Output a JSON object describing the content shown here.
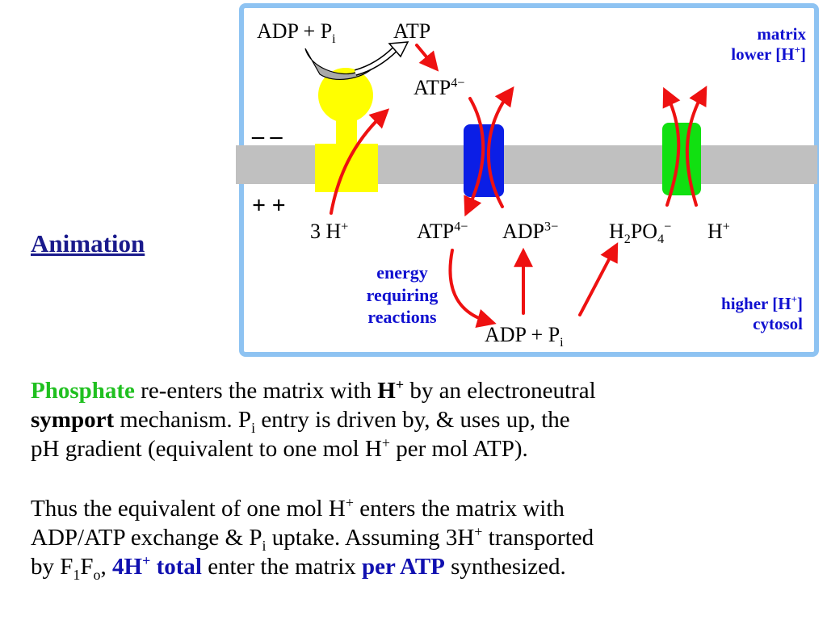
{
  "animation_link": "Animation",
  "diagram": {
    "top_adp": "ADP + P",
    "top_adp_sub": "i",
    "top_atp": "ATP",
    "matrix_atp": "ATP",
    "matrix_atp_sup": "4−",
    "matrix_label": "matrix",
    "matrix_lower": "lower [H",
    "matrix_lower_sup": "+",
    "matrix_lower_end": "]",
    "neg_charge": "– –",
    "pos_charge": "+ +",
    "protons": "3 H",
    "protons_sup": "+",
    "cyto_atp": "ATP",
    "cyto_atp_sup": "4−",
    "cyto_adp": "ADP",
    "cyto_adp_sup": "3−",
    "phosphate_h": "H",
    "phosphate_2": "2",
    "phosphate_po": "PO",
    "phosphate_4": "4",
    "phosphate_minus": "−",
    "phosphate_proton": "H",
    "phosphate_proton_sup": "+",
    "energy_line1": "energy",
    "energy_line2": "requiring",
    "energy_line3": "reactions",
    "bottom_adp": "ADP + P",
    "bottom_adp_sub": "i",
    "higher_label": "higher [H",
    "higher_sup": "+",
    "higher_end": "]",
    "cytosol_label": "cytosol"
  },
  "paragraph1": {
    "phosphate": "Phosphate",
    "t1": " re-enters the matrix with ",
    "h": "H",
    "h_sup": "+",
    "t2": " by an electroneutral",
    "symport": "symport",
    "t3": " mechanism. P",
    "pi_sub": "i",
    "t4": " entry is driven by, & uses up, the",
    "t5": "pH gradient (equivalent to one mol H",
    "t5_sup": "+",
    "t6": " per mol ATP)."
  },
  "paragraph2": {
    "t1": "Thus the equivalent of one mol H",
    "t1_sup": "+",
    "t2": " enters the matrix with",
    "t3": "ADP/ATP exchange & P",
    "t3_sub": "i",
    "t4": " uptake. Assuming 3H",
    "t4_sup": "+",
    "t5": " transported",
    "t6": "by F",
    "t6_sub1": "1",
    "t6_mid": "F",
    "t6_sub2": "o",
    "t6_comma": ", ",
    "total": "4H",
    "total_sup": "+",
    "total_word": " total",
    "t7": " enter the matrix ",
    "per_atp": "per ATP",
    "t8": " synthesized."
  },
  "colors": {
    "panel_border": "#8ec3f2",
    "membrane": "#c0c0c0",
    "atp_synthase": "#ffff00",
    "translocase": "#0b1ee6",
    "symporter": "#11e011",
    "arrow": "#ee1111",
    "label_blue": "#1010d0"
  }
}
